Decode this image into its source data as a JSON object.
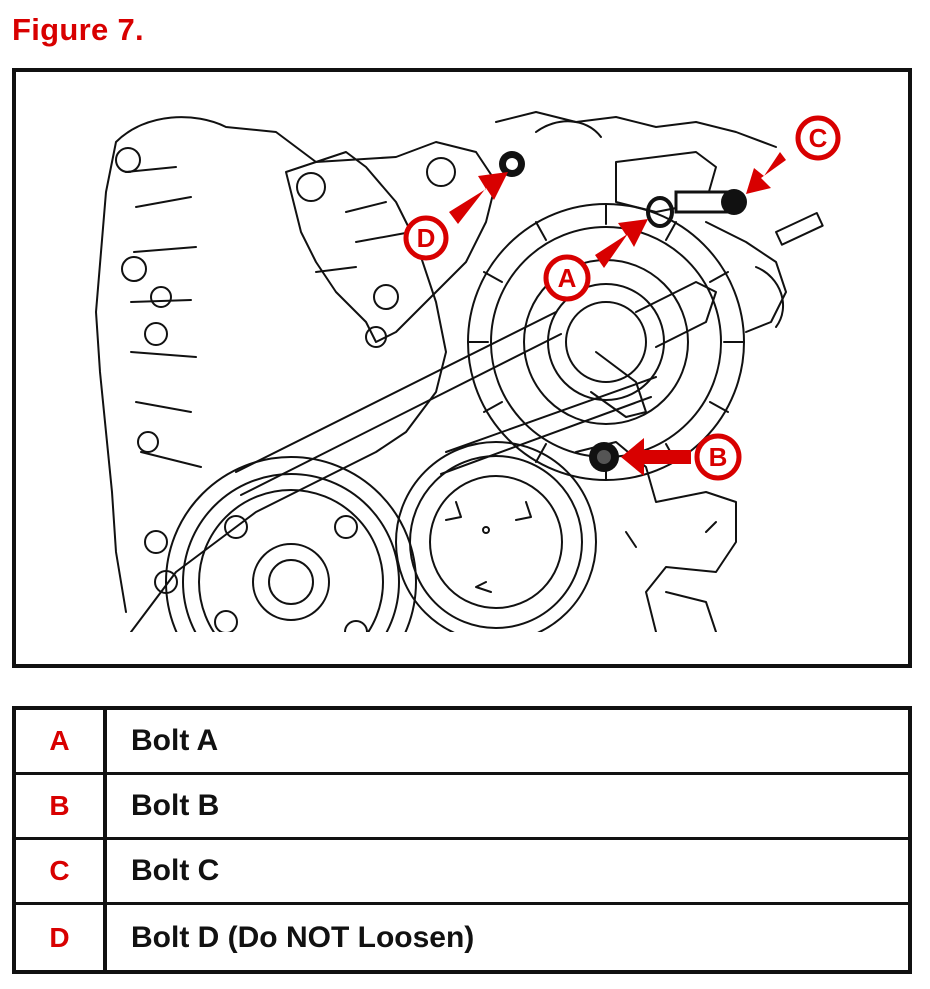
{
  "figure": {
    "title": "Figure 7."
  },
  "callouts": {
    "a": "A",
    "b": "B",
    "c": "C",
    "d": "D"
  },
  "legend": {
    "rows": [
      {
        "key": "A",
        "label": "Bolt A"
      },
      {
        "key": "B",
        "label": "Bolt B"
      },
      {
        "key": "C",
        "label": "Bolt C"
      },
      {
        "key": "D",
        "label": "Bolt D (Do NOT Loosen)"
      }
    ]
  },
  "colors": {
    "accent": "#d80000",
    "line": "#111111"
  }
}
